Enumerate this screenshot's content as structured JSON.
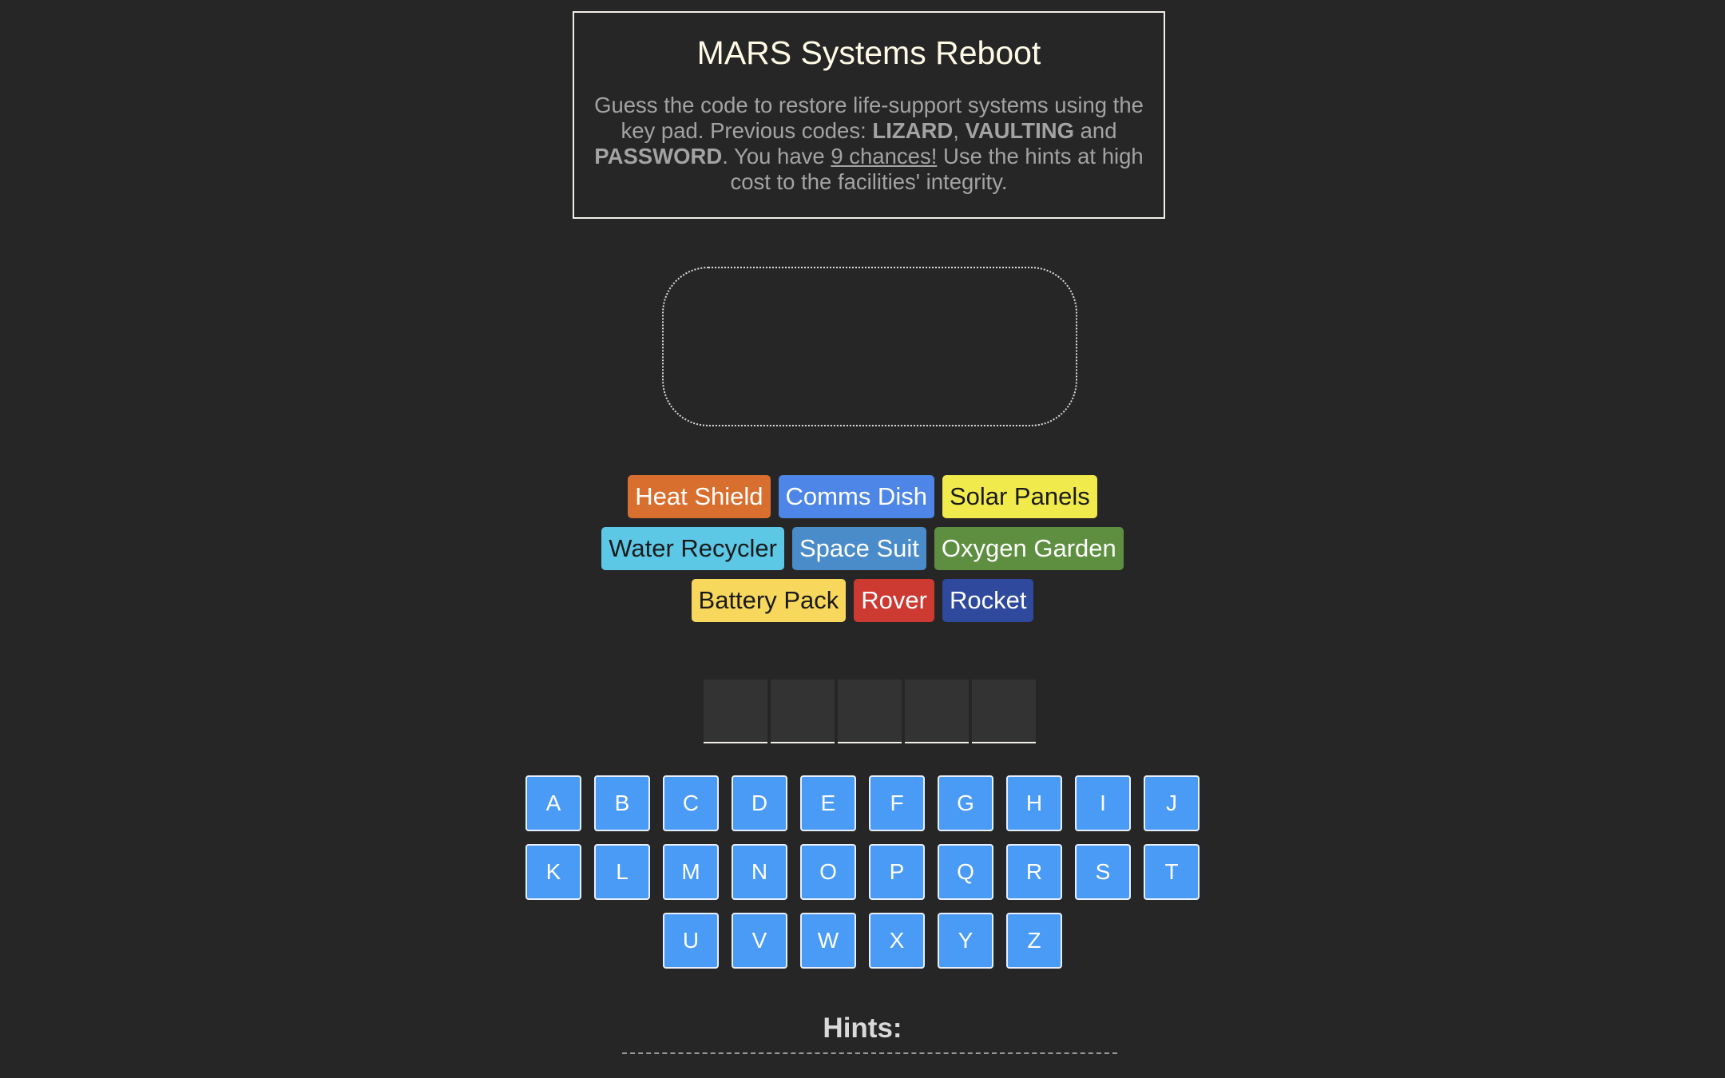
{
  "intro": {
    "title": "MARS Systems Reboot",
    "text_1": "Guess the code to restore life-support systems using the key pad. Previous codes: ",
    "code_1": "LIZARD",
    "sep_1": ", ",
    "code_2": "VAULTING",
    "sep_2": " and ",
    "code_3": "PASSWORD",
    "text_2": ". You have ",
    "chances": "9 chances!",
    "text_3": " Use the hints at high cost to the facilities' integrity."
  },
  "systems": {
    "rows": [
      [
        {
          "label": "Heat Shield",
          "bg": "#d86f2e",
          "fg": "#ffffff"
        },
        {
          "label": "Comms Dish",
          "bg": "#4e86e8",
          "fg": "#ffffff"
        },
        {
          "label": "Solar Panels",
          "bg": "#f1ea4c",
          "fg": "#1a1a1a"
        }
      ],
      [
        {
          "label": "Water Recycler",
          "bg": "#5cc8e6",
          "fg": "#1a1a1a"
        },
        {
          "label": "Space Suit",
          "bg": "#4a8cc9",
          "fg": "#ffffff"
        },
        {
          "label": "Oxygen Garden",
          "bg": "#5e8f41",
          "fg": "#ffffff"
        }
      ],
      [
        {
          "label": "Battery Pack",
          "bg": "#f7d75c",
          "fg": "#1a1a1a"
        },
        {
          "label": "Rover",
          "bg": "#cc3a32",
          "fg": "#ffffff"
        },
        {
          "label": "Rocket",
          "bg": "#2f4a9c",
          "fg": "#ffffff"
        }
      ]
    ]
  },
  "code": {
    "slots": [
      "",
      "",
      "",
      "",
      ""
    ]
  },
  "keypad": {
    "rows": [
      [
        "A",
        "B",
        "C",
        "D",
        "E",
        "F",
        "G",
        "H",
        "I",
        "J"
      ],
      [
        "K",
        "L",
        "M",
        "N",
        "O",
        "P",
        "Q",
        "R",
        "S",
        "T"
      ],
      [
        "U",
        "V",
        "W",
        "X",
        "Y",
        "Z"
      ]
    ]
  },
  "hints": {
    "title": "Hints:"
  },
  "colors": {
    "background": "#262626",
    "key": "#4a9bf5",
    "border": "#f2f0e6"
  }
}
